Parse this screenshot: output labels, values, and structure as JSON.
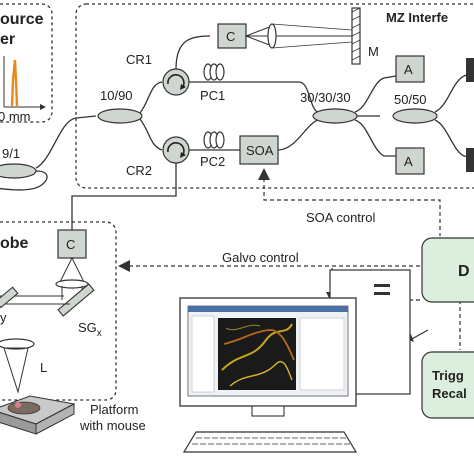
{
  "source_box": {
    "title_line1": "ource",
    "title_line2": "er",
    "scale_label": "0 mm"
  },
  "mz_box": {
    "title": "MZ Interfe"
  },
  "probe_box": {
    "title": "obe"
  },
  "labels": {
    "coupler_9_1": "9/1",
    "coupler_10_90": "10/90",
    "cr1": "CR1",
    "cr2": "CR2",
    "pc1": "PC1",
    "pc2": "PC2",
    "soa": "SOA",
    "c_top": "C",
    "c_probe": "C",
    "mirror": "M",
    "splitter_303030": "30/30/30",
    "splitter_5050": "50/50",
    "det_a_top": "A",
    "det_a_bottom": "A",
    "soa_control": "SOA control",
    "galvo_control": "Galvo control",
    "daq": "D",
    "trigger_line1": "Trigg",
    "trigger_line2": "Recal",
    "sg_x": "SG",
    "sg_x_sub": "x",
    "sg_y_sub": "y",
    "lens_l": "L",
    "platform_line1": "Platform",
    "platform_line2": "with mouse"
  },
  "colors": {
    "component_fill": "#cfd6cf",
    "accent_green": "#dceedd",
    "spectrum": "#e8891e",
    "screen_bg": "#1a1a1a"
  }
}
